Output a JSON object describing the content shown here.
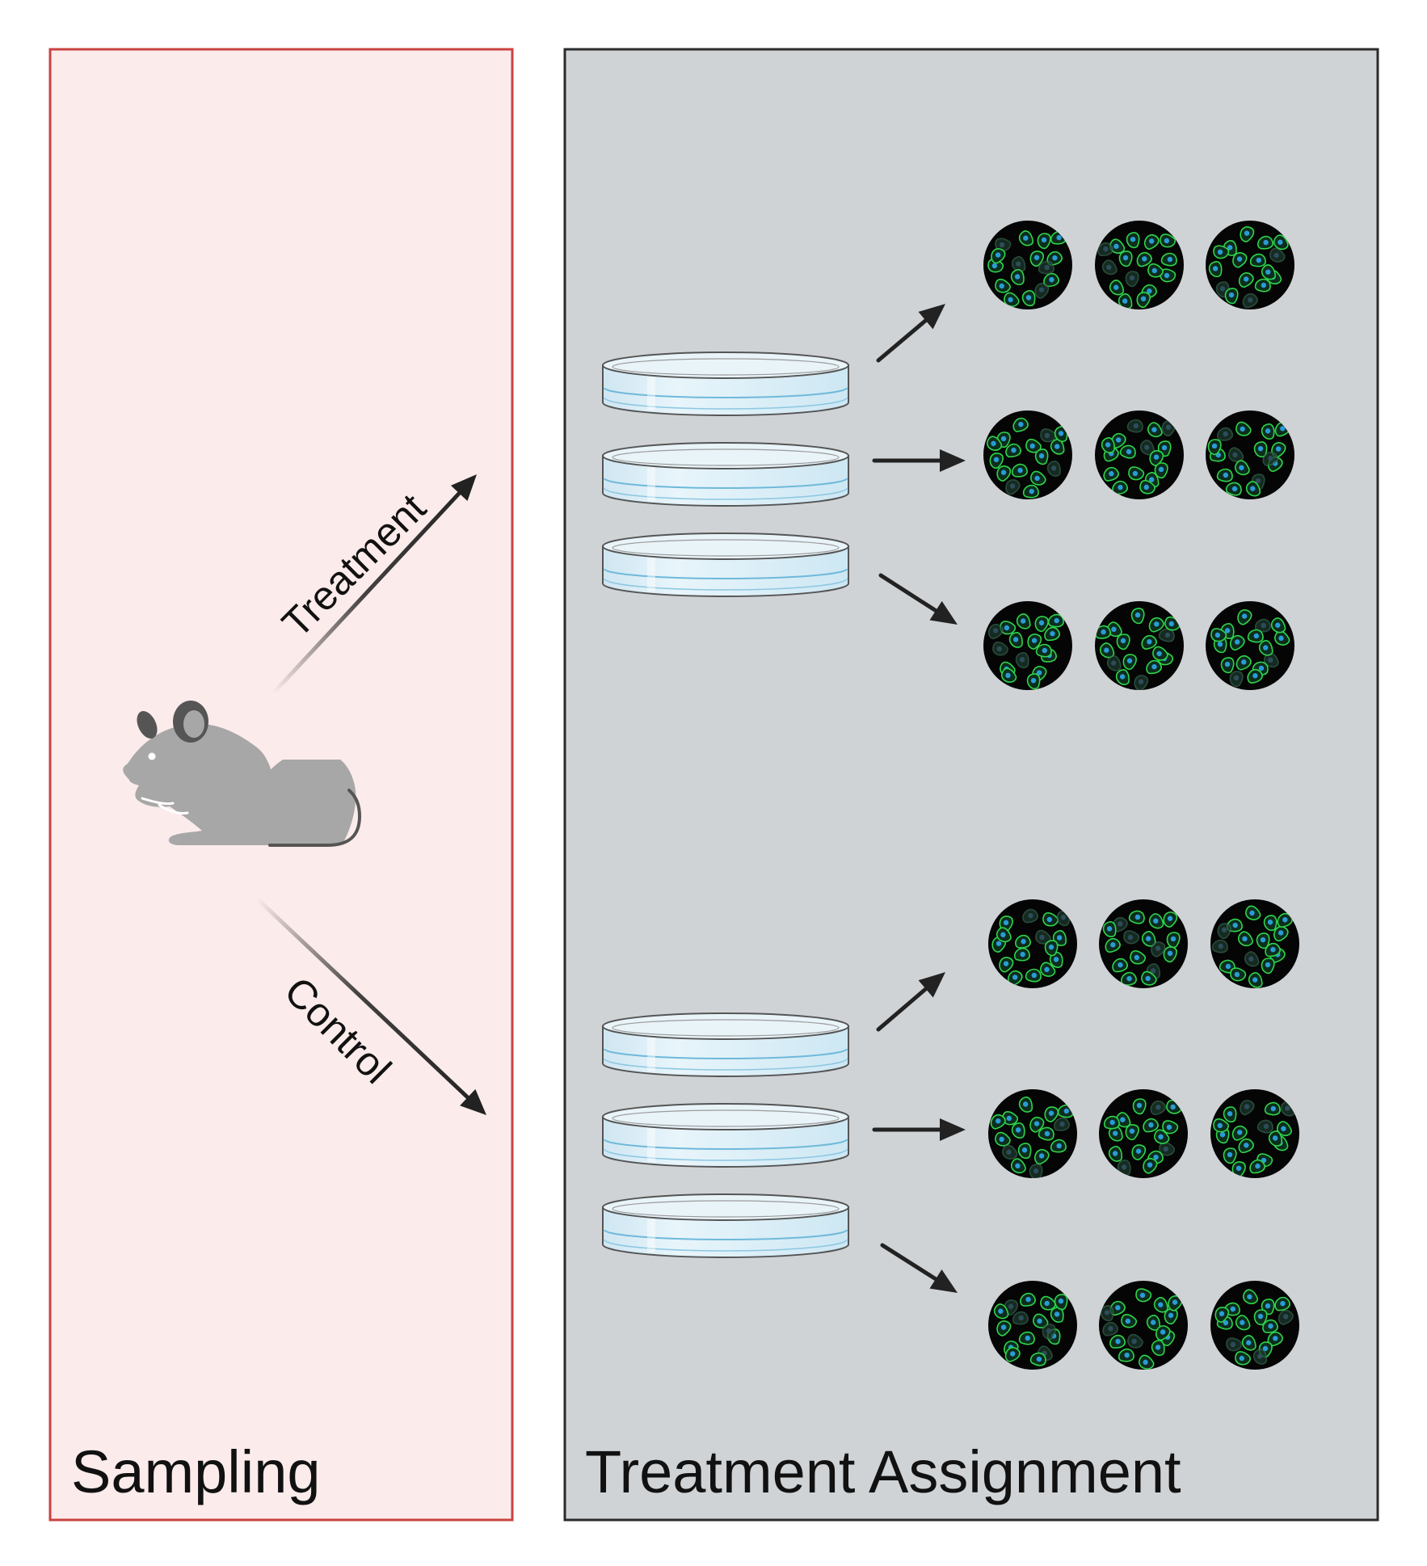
{
  "panels": {
    "left_label": "Sampling",
    "right_label": "Treatment Assignment",
    "left_fill": "#fcebeb",
    "left_border": "#c9423f",
    "right_fill": "#d0d3d6",
    "right_border": "#2b2b2b"
  },
  "arrows": {
    "treatment_label": "Treatment",
    "control_label": "Control",
    "color": "#222222"
  },
  "colors": {
    "mouse": "#a7a7a7",
    "mouse_ear": "#555555",
    "dish_fill": "#d5ebf5",
    "dish_edge": "#555555",
    "well_bg": "#050505",
    "cell_green": "#2fd44a",
    "cell_blue": "#2a9bd6"
  },
  "groups": [
    {
      "name": "treatment",
      "dish_count": 3,
      "wells_per_dish": 3
    },
    {
      "name": "control",
      "dish_count": 3,
      "wells_per_dish": 3
    }
  ]
}
